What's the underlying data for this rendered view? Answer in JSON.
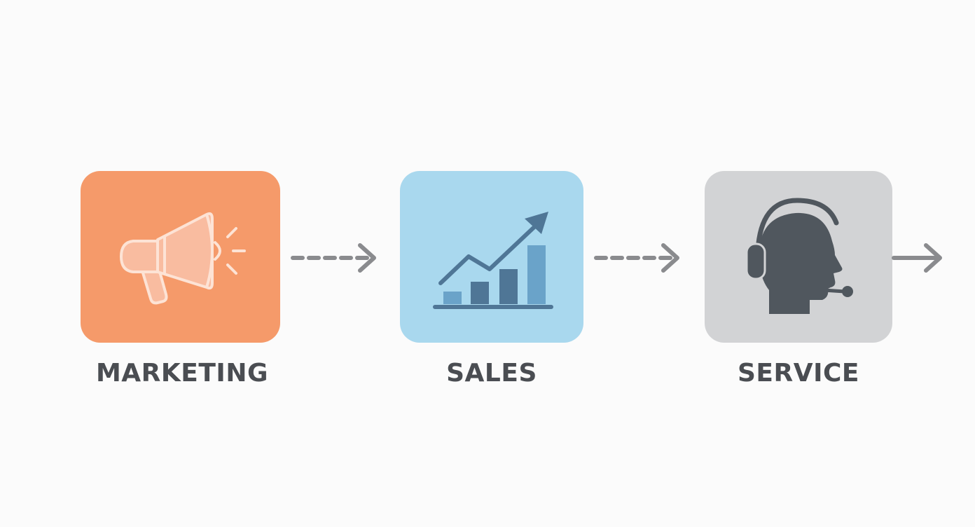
{
  "stages": [
    {
      "label": "MARKETING",
      "icon": "megaphone-icon",
      "color": "#f59a6a"
    },
    {
      "label": "SALES",
      "icon": "growth-chart-icon",
      "color": "#a9d8ee"
    },
    {
      "label": "SERVICE",
      "icon": "support-agent-headset-icon",
      "color": "#d2d3d5"
    }
  ],
  "colors": {
    "label_text": "#4a4d52",
    "arrow": "#8a8b8e",
    "chart_dark": "#4f7696",
    "chart_light": "#6aa3c9",
    "agent": "#50575e"
  }
}
